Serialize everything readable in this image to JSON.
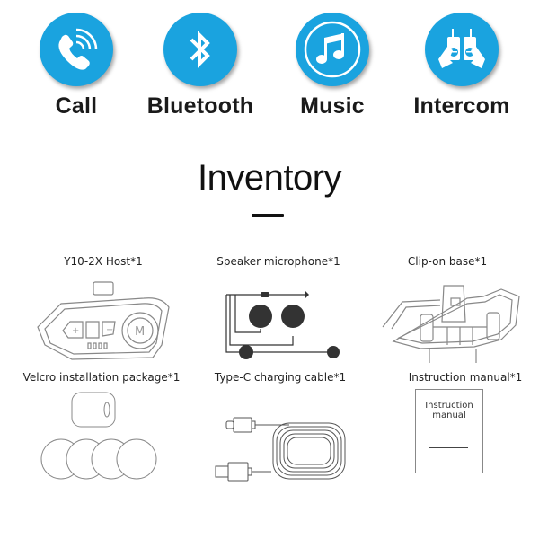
{
  "features": [
    {
      "label": "Call",
      "icon": "phone-call-icon"
    },
    {
      "label": "Bluetooth",
      "icon": "bluetooth-icon"
    },
    {
      "label": "Music",
      "icon": "music-note-icon"
    },
    {
      "label": "Intercom",
      "icon": "walkie-talkie-icon"
    }
  ],
  "inventory": {
    "title": "Inventory",
    "items": [
      {
        "caption": "Y10-2X Host*1",
        "icon": "headset-host-device-icon"
      },
      {
        "caption": "Speaker microphone*1",
        "icon": "speaker-microphone-icon"
      },
      {
        "caption": "Clip-on base*1",
        "icon": "clip-on-base-icon"
      },
      {
        "caption": "Velcro installation package*1",
        "icon": "velcro-pads-icon"
      },
      {
        "caption": "Type-C charging cable*1",
        "icon": "usb-cable-icon"
      },
      {
        "caption": "Instruction manual*1",
        "icon": "manual-booklet-icon",
        "cover_text": [
          "Instruction",
          "manual"
        ]
      }
    ]
  },
  "colors": {
    "accent": "#1aa3df",
    "text": "#1a1a1a"
  }
}
